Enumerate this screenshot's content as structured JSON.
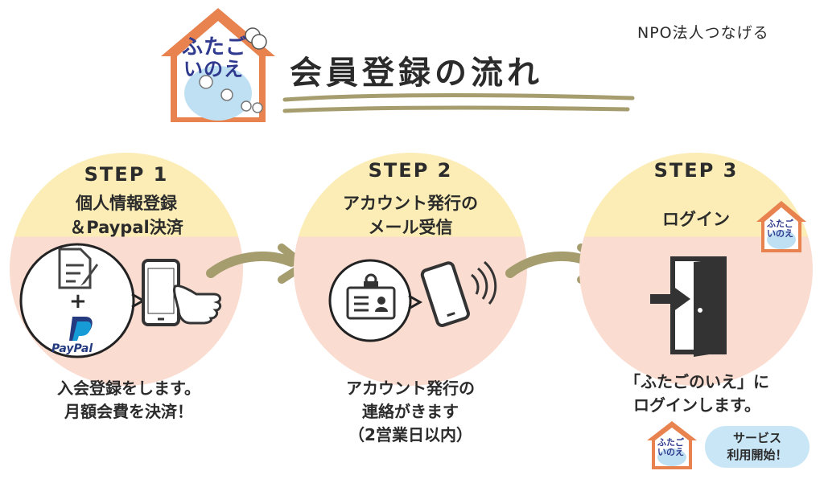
{
  "header": {
    "logo_text_line1": "ふたご",
    "logo_text_line2": "いのえ",
    "org_name": "NPO法人つなげる",
    "title": "会員登録の流れ"
  },
  "steps": [
    {
      "label": "STEP 1",
      "text_line1": "個人情報登録",
      "text_line2": "＆Paypal決済",
      "desc_line1": "入会登録をします。",
      "desc_line2": "月額会費を決済！",
      "paypal_label": "PayPal",
      "plus": "+"
    },
    {
      "label": "STEP 2",
      "text_line1": "アカウント発行の",
      "text_line2": "メール受信",
      "desc_line1": "アカウント発行の",
      "desc_line2": "連絡がきます",
      "desc_line3": "（2営業日以内）"
    },
    {
      "label": "STEP 3",
      "text_line1": "ログイン",
      "desc_line1": "「ふたごのいえ」に",
      "desc_line2": "ログインします。"
    }
  ],
  "badge": {
    "line1": "サービス",
    "line2": "利用開始！"
  },
  "colors": {
    "circle_top": "#fbedb5",
    "circle_bottom": "#fadcd0",
    "arrow": "#a59d6e",
    "badge": "#c9e6f7",
    "logo_house": "#e8824f"
  }
}
